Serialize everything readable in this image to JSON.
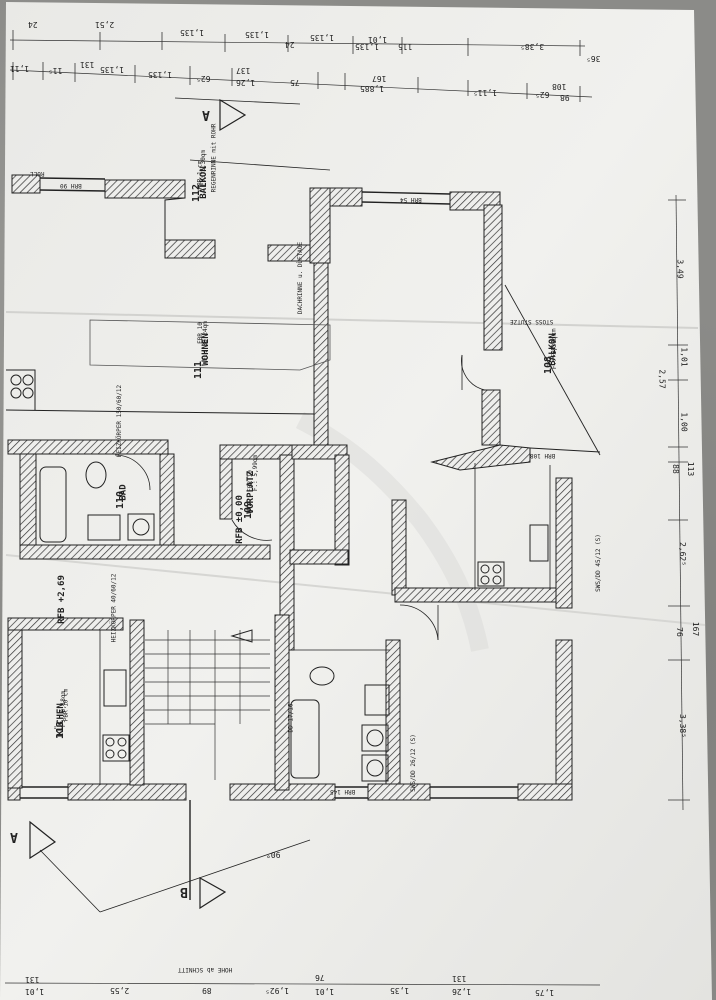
{
  "top_dims_row1": [
    "24",
    "2,51",
    "1,135",
    "1,135",
    "1,135",
    "24",
    "1,135",
    "1,01",
    "115",
    "3,38⁵",
    "36⁵"
  ],
  "top_dims_row2": [
    "1,11",
    "11⁵",
    "1,135",
    "131",
    "1,135",
    "62⁵",
    "1,26",
    "137",
    "75",
    "1,885",
    "167",
    "1,11⁵",
    "62⁵",
    "98",
    "108"
  ],
  "bottom_dims": [
    "1,01",
    "131",
    "2,55",
    "89",
    "1,92⁵",
    "1,01",
    "76",
    "1,35",
    "131",
    "1,26",
    "1,75"
  ],
  "bottom_note": "HÖHE ab SCHNITT",
  "right_dims": [
    "3,49",
    "1,01",
    "2,57",
    "1,00",
    "113",
    "88",
    "2,62⁵",
    "167",
    "76",
    "3,38⁵"
  ],
  "rooms": {
    "r112": {
      "num": "112",
      "name": "BALKON",
      "fbr": "FBR 1 cm",
      "area": "F.: 5,30qm",
      "note": "REGENRINNE mit ROHR"
    },
    "r111": {
      "num": "111",
      "name": "WOHNEN",
      "fbr": "FBR 10",
      "area": "F.: 30,24qm"
    },
    "r108": {
      "num": "108",
      "name": "BALKON",
      "fbr": "FBR 1 cm",
      "area": "F.: 5,30qm"
    },
    "r109": {
      "num": "109",
      "name": "VORPLATZ",
      "fbr": "FBR 10",
      "area": "F.: 5,99qm"
    },
    "r110": {
      "num": "110",
      "name": "BAD"
    },
    "r113": {
      "num": "113",
      "name": "KÜCHEN",
      "fbr": "FBR 10 cm",
      "area": "F.: 8,18qm"
    }
  },
  "labels": {
    "rfb1": "RFB ±0,00",
    "rfb2": "RFB +2,69",
    "roll": "ROLL",
    "brh90": "BRH 90",
    "brh54": "BRH 54",
    "brh108": "BRH 108",
    "brh145": "BRH 145",
    "dachrinne": "DACHRINNE u. DÜFTAGE",
    "heizung1": "HEIZKÖRPER 150/60/12",
    "heizung2": "HEIZKÖRPER 40/60/12",
    "sws1": "SWS/DD 45/12 (S)",
    "sws2": "SWS/DD 26/12 (S)",
    "dd": "DD 17/16",
    "stoss": "STOSS STUTZE",
    "deg": "90°",
    "sectionA": "A",
    "sectionB": "B"
  }
}
